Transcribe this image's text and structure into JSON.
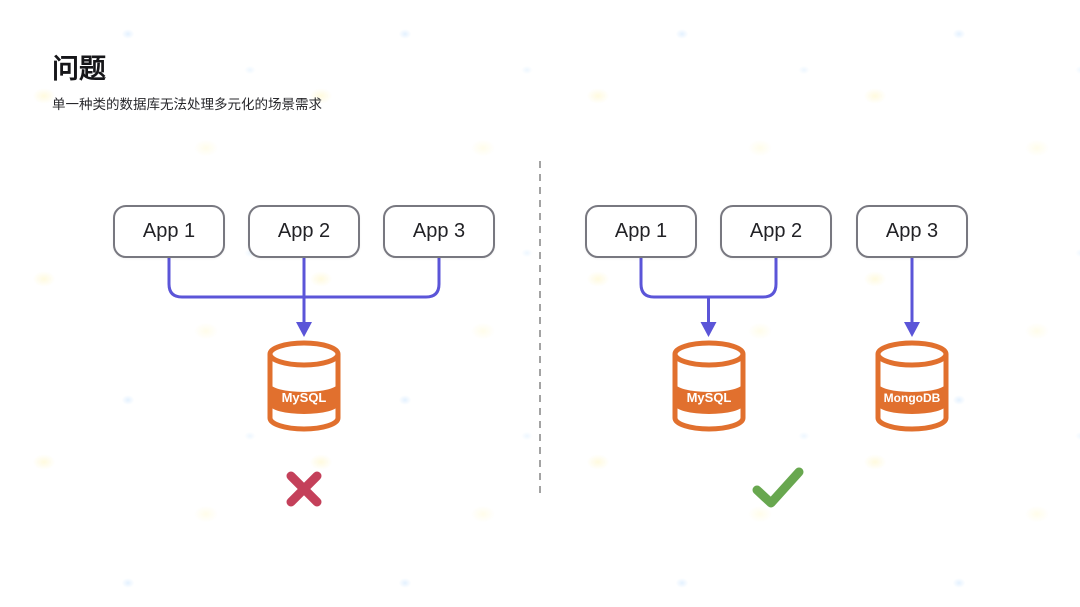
{
  "slide": {
    "title": "问题",
    "subtitle": "单一种类的数据库无法处理多元化的场景需求"
  },
  "left_panel": {
    "apps": [
      {
        "label": "App 1"
      },
      {
        "label": "App 2"
      },
      {
        "label": "App 3"
      }
    ],
    "databases": [
      {
        "label": "MySQL"
      }
    ],
    "verdict": {
      "type": "cross"
    }
  },
  "right_panel": {
    "apps": [
      {
        "label": "App 1"
      },
      {
        "label": "App 2"
      },
      {
        "label": "App 3"
      }
    ],
    "databases": [
      {
        "label": "MySQL"
      },
      {
        "label": "MongoDB"
      }
    ],
    "verdict": {
      "type": "check"
    }
  },
  "colors": {
    "connector": "#5b55d8",
    "database": "#e1702e",
    "database_label": "#ffffff",
    "cross": "#c4405a",
    "check": "#68a74f",
    "divider": "#a3a3a3",
    "box_border": "#787880"
  }
}
